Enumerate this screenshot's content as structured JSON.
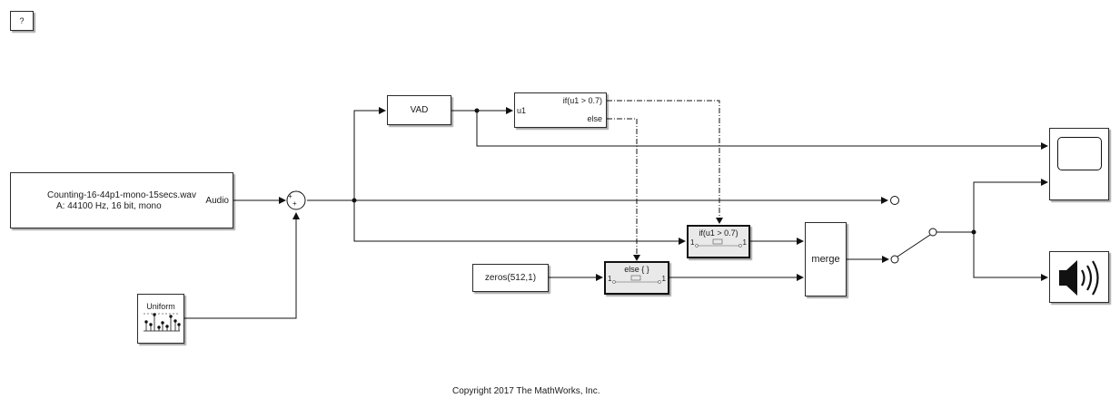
{
  "help_button": {
    "label": "?"
  },
  "blocks": {
    "vad": {
      "label": "VAD"
    },
    "if_block": {
      "input": "u1",
      "out_if": "if(u1 > 0.7)",
      "out_else": "else"
    },
    "audio_file": {
      "line1": "Counting-16-44p1-mono-15secs.wav",
      "line2": "A: 44100 Hz, 16 bit, mono",
      "port": "Audio"
    },
    "noise": {
      "label": "Uniform"
    },
    "zeros": {
      "label": "zeros(512,1)"
    },
    "if_action": {
      "title": "if(u1 > 0.7)",
      "in_port": "1",
      "out_port": "1"
    },
    "else_action": {
      "title": "else { }",
      "in_port": "1",
      "out_port": "1"
    },
    "merge": {
      "label": "merge"
    },
    "sum": {
      "sign_top": "+",
      "sign_bottom": "+"
    }
  },
  "footer": {
    "copyright": "Copyright 2017 The MathWorks, Inc."
  }
}
